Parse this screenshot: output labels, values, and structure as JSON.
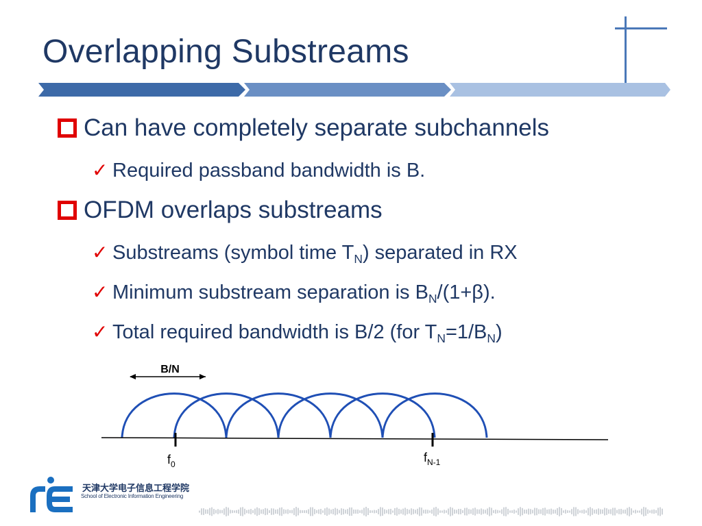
{
  "slide": {
    "title": "Overlapping Substreams",
    "bullets": [
      {
        "text": "Can have completely separate subchannels",
        "subitems": [
          {
            "text": "Required passband bandwidth is B."
          }
        ]
      },
      {
        "text": "OFDM overlaps substreams",
        "subitems": [
          {
            "pre": "Substreams (symbol time T",
            "sub": "N",
            "post": ") separated in RX"
          },
          {
            "pre": "Minimum substream separation is B",
            "sub": "N",
            "post": "/(1+β)."
          },
          {
            "pre": "Total required bandwidth is B/2 (for T",
            "sub": "N",
            "mid": "=1/B",
            "sub2": "N",
            "post": ")"
          }
        ]
      }
    ]
  },
  "diagram": {
    "spacing_label": "B/N",
    "first_label": "f",
    "first_sub": "0",
    "last_label": "f",
    "last_sub": "N-1",
    "arc_count": 6,
    "arc_color": "#1f4fb5"
  },
  "logo": {
    "name_cn": "天津大学电子信息工程学院",
    "name_en": "School of Electronic Information Engineering"
  },
  "colors": {
    "title": "#1f3864",
    "bullet_marker": "#e00000",
    "accent": "#4a78b8"
  }
}
